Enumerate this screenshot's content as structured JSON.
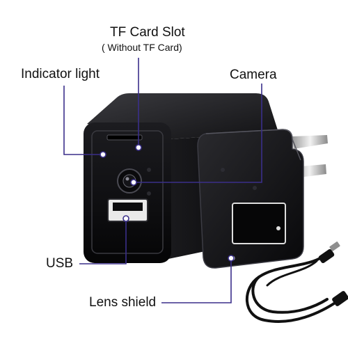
{
  "labels": {
    "tf_card_slot": "TF Card Slot",
    "tf_card_note": "( Without TF Card)",
    "indicator_light": "Indicator light",
    "camera": "Camera",
    "usb": "USB",
    "lens_shield": "Lens shield"
  },
  "colors": {
    "callout_line": "#3a2f8a",
    "body_black": "#0c0c0e",
    "background": "#ffffff"
  }
}
